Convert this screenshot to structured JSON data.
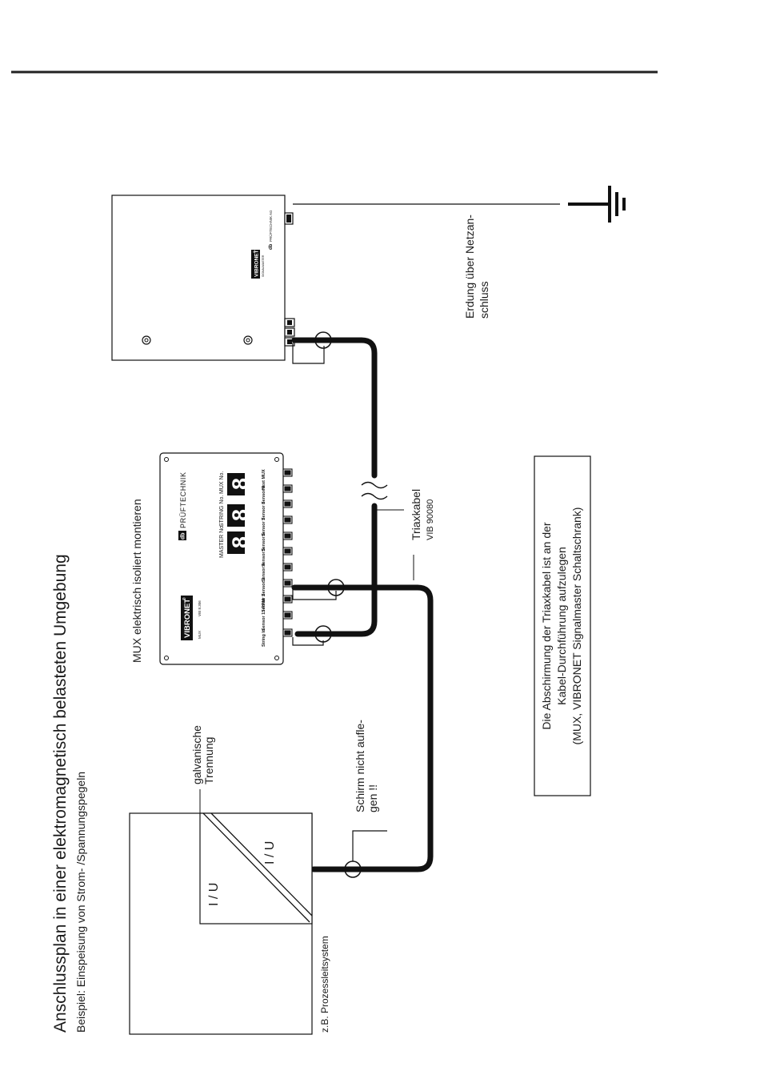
{
  "title": "Anschlussplan in einer elektromagnetisch belasteten Umgebung",
  "subtitle": "Beispiel: Einspeisung von Strom- /Spannungspegeln",
  "labels": {
    "ground": [
      "Erdung über Netzan-",
      "schluss"
    ],
    "mux_mount": "MUX elektrisch isoliert montieren",
    "triax_cable": "Triaxkabel",
    "triax_part": "VIB 90080",
    "shield_note": [
      "Schirm nicht aufle-",
      "gen !!"
    ],
    "galvanic": [
      "galvanische",
      "Trennung"
    ],
    "iu_left": "I / U",
    "iu_right": "I / U",
    "process_system": "z.B. Prozessleitsystem"
  },
  "note_box": [
    "Die Abschirmung der Triaxkabel ist an der",
    "Kabel-Durchführung aufzulegen",
    "(MUX, VIBRONET Signalmaster Schaltschrank)"
  ],
  "mux": {
    "brand": "VIBRONET",
    "reg_mark": "®",
    "model": "VIB 8.306",
    "type": "MUX",
    "maker": "PRÜFTECHNIK",
    "logo": "db",
    "display_digit": "8",
    "display_labels": [
      "MASTER No.",
      "STRING No.",
      "MUX No."
    ],
    "port_labels": [
      "String In",
      "Sensor 1 / RPM",
      "Sensor 2",
      "Sensor 3",
      "Sensor 4",
      "Sensor 5",
      "Sensor 6",
      "Sensor 7",
      "Sensor 8",
      "Sensor 9",
      "Next MUX"
    ]
  },
  "cabinet": {
    "brand": "VIBRONET",
    "reg_mark": "®",
    "model": "SIGNALMASTER",
    "maker": "PRÜFTECHNIK AG",
    "logo": "db"
  }
}
